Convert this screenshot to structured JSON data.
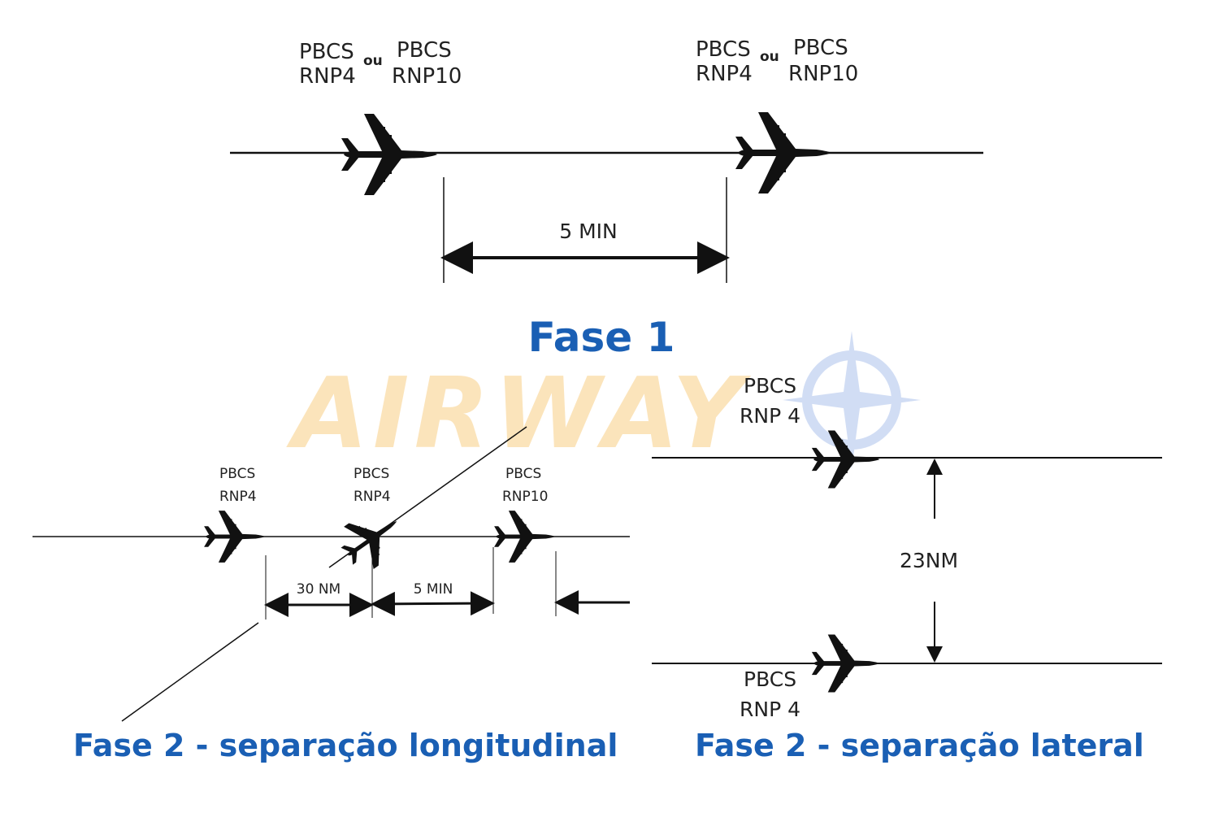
{
  "colors": {
    "title": "#1a5fb4",
    "watermark": "#f7c46b",
    "compass": "#9ab4e8",
    "ink": "#111111"
  },
  "watermark": {
    "text": "AIRWAY",
    "icon": "compass-rose-icon"
  },
  "fase1": {
    "title": "Fase 1",
    "left": {
      "line1": "PBCS",
      "line2": "RNP4",
      "or": "ou",
      "alt_line1": "PBCS",
      "alt_line2": "RNP10"
    },
    "right": {
      "line1": "PBCS",
      "line2": "RNP4",
      "or": "ou",
      "alt_line1": "PBCS",
      "alt_line2": "RNP10"
    },
    "separation": "5 MIN"
  },
  "fase2_longitudinal": {
    "title": "Fase 2 - separação longitudinal",
    "aircraft": [
      {
        "line1": "PBCS",
        "line2": "RNP4"
      },
      {
        "line1": "PBCS",
        "line2": "RNP4"
      },
      {
        "line1": "PBCS",
        "line2": "RNP10"
      }
    ],
    "distance": "30 NM",
    "time": "5 MIN"
  },
  "fase2_lateral": {
    "title": "Fase 2 - separação lateral",
    "top": {
      "line1": "PBCS",
      "line2": "RNP 4"
    },
    "bottom": {
      "line1": "PBCS",
      "line2": "RNP 4"
    },
    "separation": "23NM"
  }
}
